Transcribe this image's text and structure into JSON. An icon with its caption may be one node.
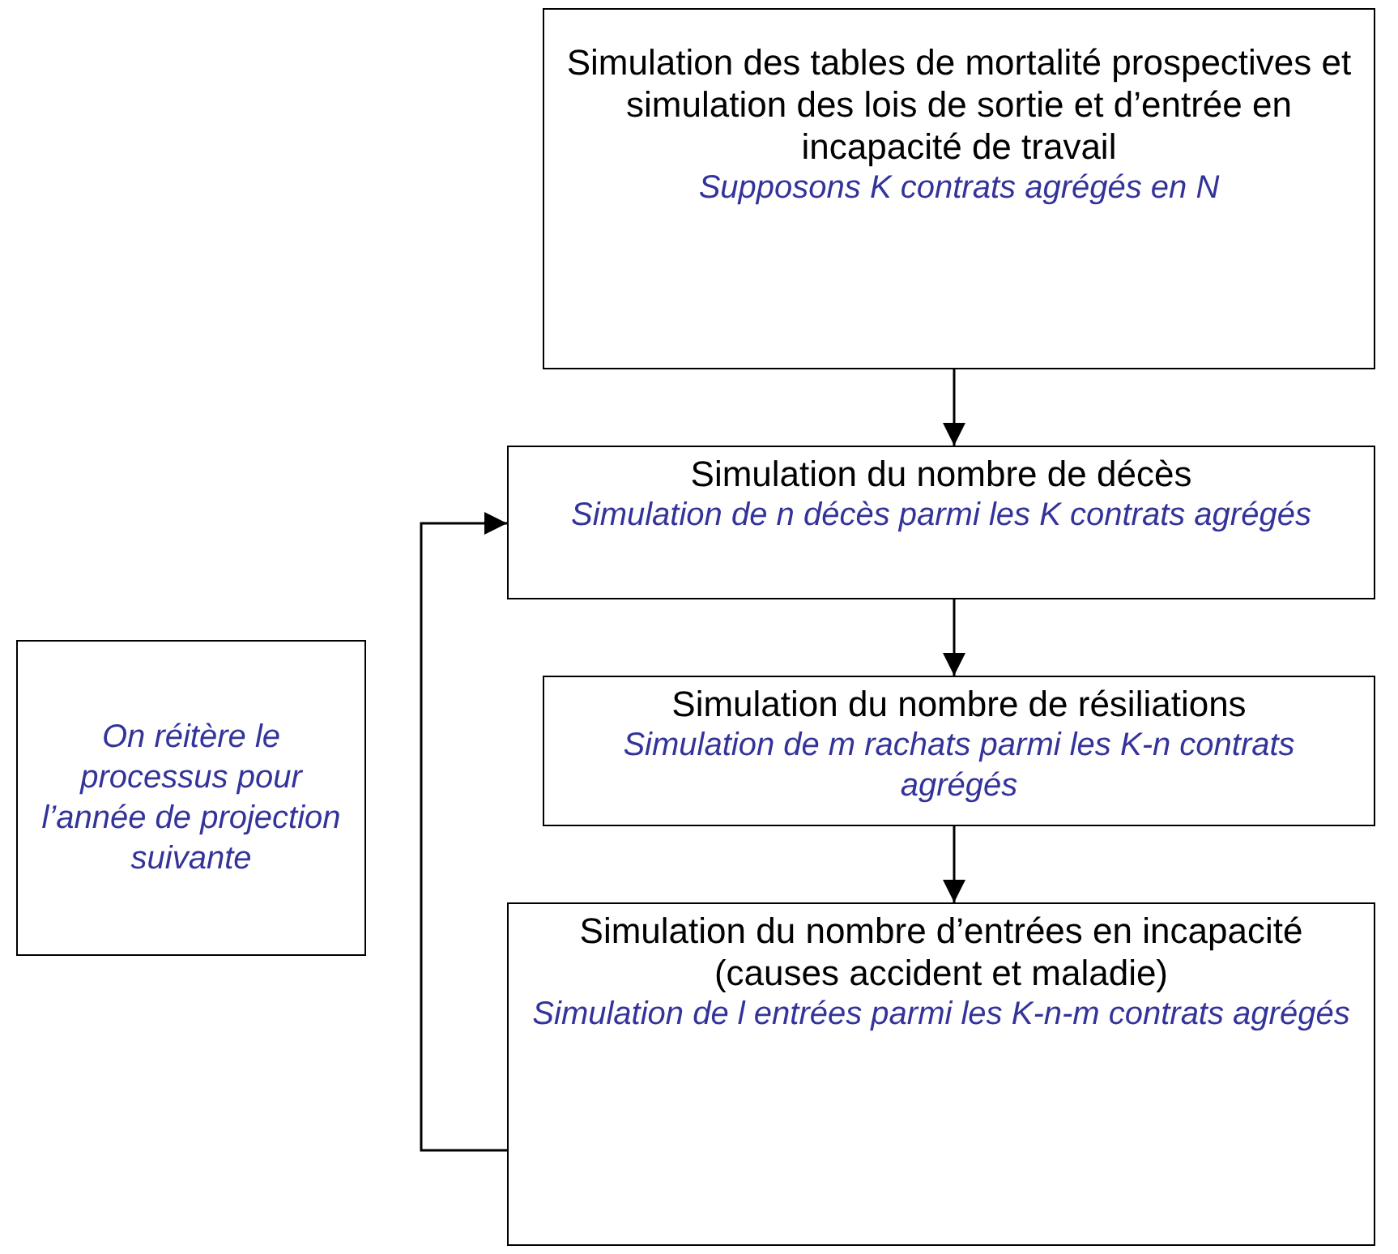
{
  "diagram": {
    "nodes": [
      {
        "text": [
          "Simulation des tables de mortalité prospectives et simulation des lois de sortie et d’entrée en incapacité de travail",
          "Supposons K contrats agrégés en N"
        ]
      },
      {
        "text": [
          "Simulation du nombre de décès",
          "Simulation de n décès parmi les K contrats agrégés"
        ]
      },
      {
        "text": [
          "Simulation du nombre de résiliations",
          "Simulation de m rachats parmi les K-n contrats agrégés"
        ]
      },
      {
        "text": [
          "Simulation du nombre d’entrées en incapacité (causes accident et maladie)",
          "Simulation de l entrées parmi les K-n-m contrats agrégés"
        ]
      },
      {
        "text": [
          "On réitère le processus pour l’année de projection suivante"
        ]
      }
    ],
    "edges": [
      {
        "from": 0,
        "to": 1,
        "arrow": "to"
      },
      {
        "from": 1,
        "to": 2,
        "arrow": "to"
      },
      {
        "from": 2,
        "to": 3,
        "arrow": "to"
      },
      {
        "from": 3,
        "to": 1,
        "arrow": "to"
      }
    ]
  }
}
